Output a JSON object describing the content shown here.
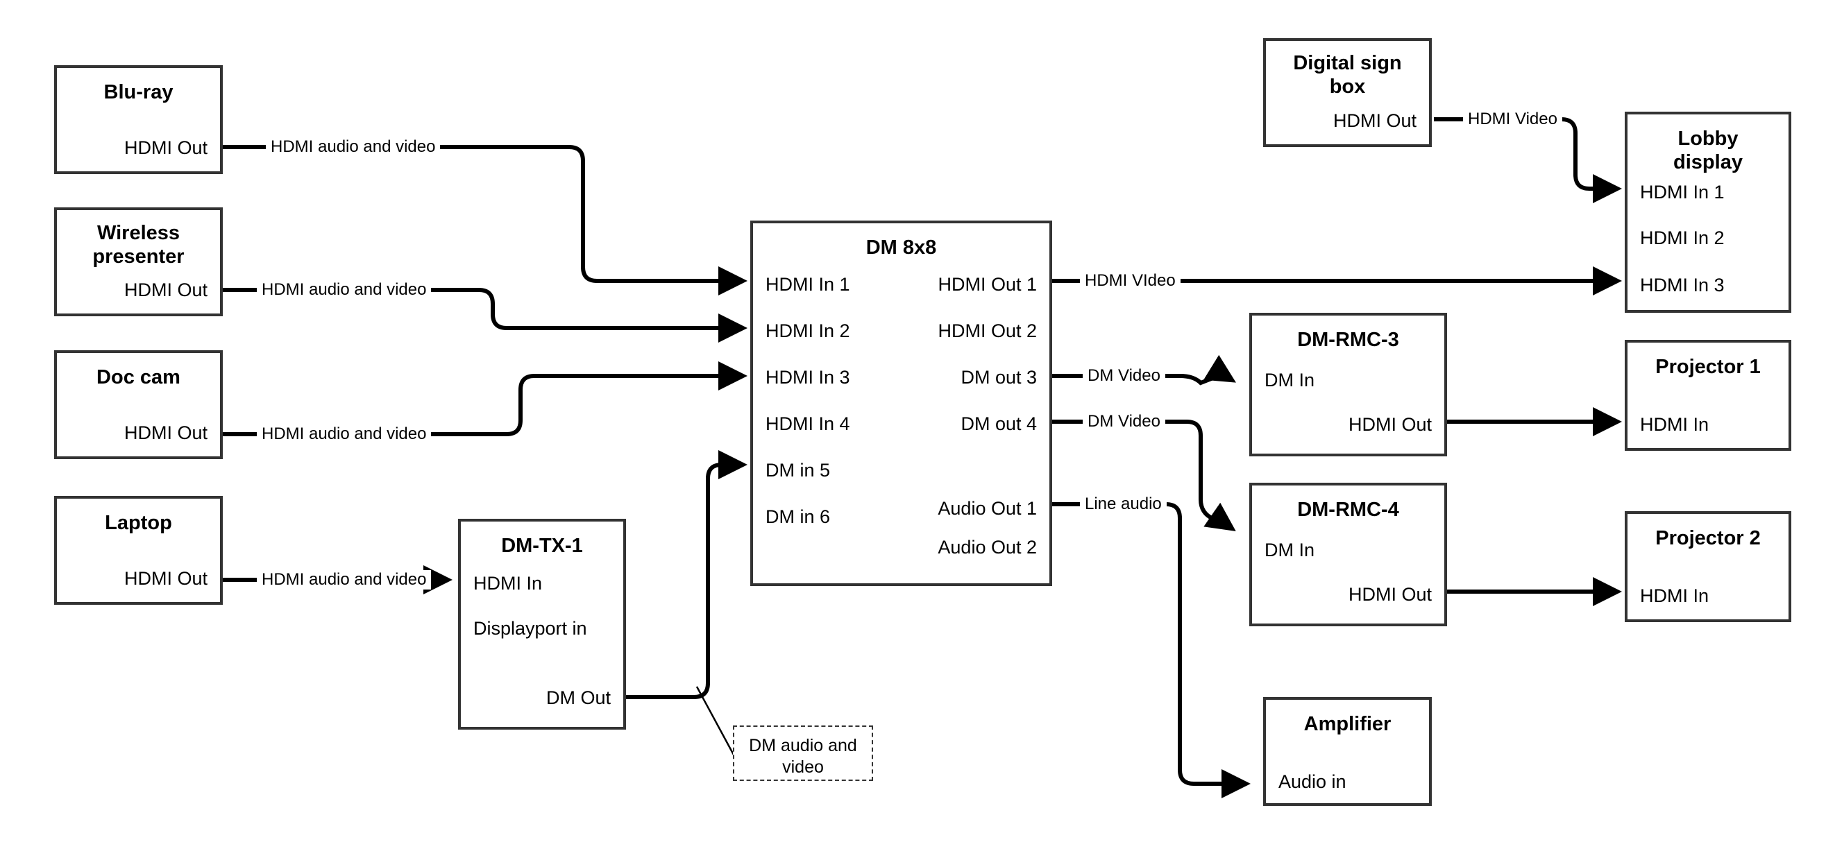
{
  "diagram": {
    "title": "AV signal flow diagram",
    "stroke_color": "#333333",
    "wire_color": "#000000",
    "background": "#ffffff"
  },
  "nodes": [
    {
      "id": "blu-ray",
      "title": "Blu-ray",
      "ports": [
        {
          "label": "HDMI Out",
          "side": "right"
        }
      ]
    },
    {
      "id": "wireless-presenter",
      "title": "Wireless\npresenter",
      "ports": [
        {
          "label": "HDMI Out",
          "side": "right"
        }
      ]
    },
    {
      "id": "doc-cam",
      "title": "Doc cam",
      "ports": [
        {
          "label": "HDMI Out",
          "side": "right"
        }
      ]
    },
    {
      "id": "laptop",
      "title": "Laptop",
      "ports": [
        {
          "label": "HDMI Out",
          "side": "right"
        }
      ]
    },
    {
      "id": "dm-tx-1",
      "title": "DM-TX-1",
      "ports": [
        {
          "label": "HDMI In",
          "side": "left"
        },
        {
          "label": "Displayport in",
          "side": "left"
        },
        {
          "label": "DM Out",
          "side": "right"
        }
      ]
    },
    {
      "id": "dm-8x8",
      "title": "DM 8x8",
      "ports": [
        {
          "label": "HDMI In 1",
          "side": "left"
        },
        {
          "label": "HDMI In 2",
          "side": "left"
        },
        {
          "label": "HDMI In 3",
          "side": "left"
        },
        {
          "label": "HDMI In 4",
          "side": "left"
        },
        {
          "label": "DM in 5",
          "side": "left"
        },
        {
          "label": "DM in 6",
          "side": "left"
        },
        {
          "label": "HDMI Out 1",
          "side": "right"
        },
        {
          "label": "HDMI Out 2",
          "side": "right"
        },
        {
          "label": "DM out 3",
          "side": "right"
        },
        {
          "label": "DM out 4",
          "side": "right"
        },
        {
          "label": "Audio Out 1",
          "side": "right"
        },
        {
          "label": "Audio Out 2",
          "side": "right"
        }
      ]
    },
    {
      "id": "digital-sign-box",
      "title": "Digital sign\nbox",
      "ports": [
        {
          "label": "HDMI Out",
          "side": "right"
        }
      ]
    },
    {
      "id": "lobby-display",
      "title": "Lobby\ndisplay",
      "ports": [
        {
          "label": "HDMI In 1",
          "side": "left"
        },
        {
          "label": "HDMI In 2",
          "side": "left"
        },
        {
          "label": "HDMI In 3",
          "side": "left"
        }
      ]
    },
    {
      "id": "dm-rmc-3",
      "title": "DM-RMC-3",
      "ports": [
        {
          "label": "DM In",
          "side": "left"
        },
        {
          "label": "HDMI Out",
          "side": "right"
        }
      ]
    },
    {
      "id": "dm-rmc-4",
      "title": "DM-RMC-4",
      "ports": [
        {
          "label": "DM In",
          "side": "left"
        },
        {
          "label": "HDMI Out",
          "side": "right"
        }
      ]
    },
    {
      "id": "projector-1",
      "title": "Projector 1",
      "ports": [
        {
          "label": "HDMI In",
          "side": "left"
        }
      ]
    },
    {
      "id": "projector-2",
      "title": "Projector 2",
      "ports": [
        {
          "label": "HDMI In",
          "side": "left"
        }
      ]
    },
    {
      "id": "amplifier",
      "title": "Amplifier",
      "ports": [
        {
          "label": "Audio in",
          "side": "left"
        }
      ]
    }
  ],
  "callout": {
    "id": "dm-audio-video-callout",
    "text": "DM audio and\nvideo"
  },
  "edges": [
    {
      "id": "bluray-to-hdmi-in-1",
      "label": "HDMI audio and video"
    },
    {
      "id": "wireless-to-hdmi-in-2",
      "label": "HDMI audio and video"
    },
    {
      "id": "doccam-to-hdmi-in-3",
      "label": "HDMI audio and video"
    },
    {
      "id": "laptop-to-dmtx1",
      "label": "HDMI audio and video"
    },
    {
      "id": "dmtx1-to-dm-in-5",
      "label": ""
    },
    {
      "id": "hdmi-out-1-to-lobby-in-3",
      "label": "HDMI VIdeo"
    },
    {
      "id": "dm-out-3-to-rmc3",
      "label": "DM Video"
    },
    {
      "id": "dm-out-4-to-rmc4",
      "label": "DM Video"
    },
    {
      "id": "audio-out-1-to-amplifier",
      "label": "Line audio"
    },
    {
      "id": "signbox-to-lobby-in-1",
      "label": "HDMI Video"
    },
    {
      "id": "rmc3-to-projector-1",
      "label": ""
    },
    {
      "id": "rmc4-to-projector-2",
      "label": ""
    }
  ]
}
